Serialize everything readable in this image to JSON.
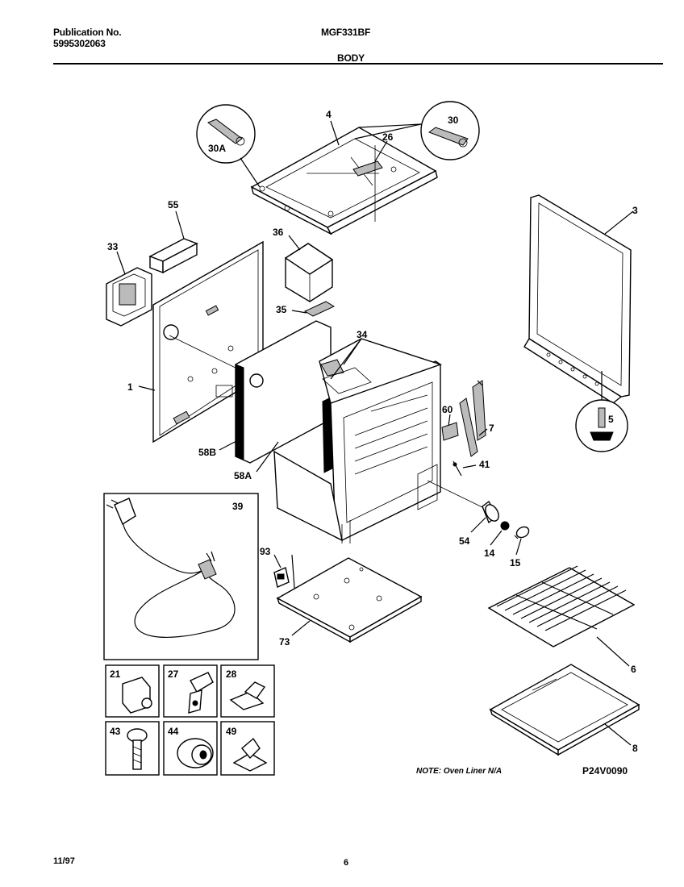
{
  "header": {
    "pub_label": "Publication No.",
    "pub_number": "5995302063",
    "model": "MGF331BF",
    "section": "BODY"
  },
  "diagram": {
    "labels": {
      "p4": "4",
      "p26": "26",
      "p30": "30",
      "p30a": "30A",
      "p3": "3",
      "p55": "55",
      "p33": "33",
      "p36": "36",
      "p35": "35",
      "p34": "34",
      "p1": "1",
      "p58b": "58B",
      "p58a": "58A",
      "p60": "60",
      "p7": "7",
      "p41": "41",
      "p5": "5",
      "p54": "54",
      "p14": "14",
      "p15": "15",
      "p39": "39",
      "p93": "93",
      "p73": "73",
      "p6": "6",
      "p8": "8",
      "p21": "21",
      "p27": "27",
      "p28": "28",
      "p43": "43",
      "p44": "44",
      "p49": "49"
    }
  },
  "note": "NOTE: Oven Liner N/A",
  "figure_code": "P24V0090",
  "footer": {
    "date": "11/97",
    "page": "6"
  }
}
